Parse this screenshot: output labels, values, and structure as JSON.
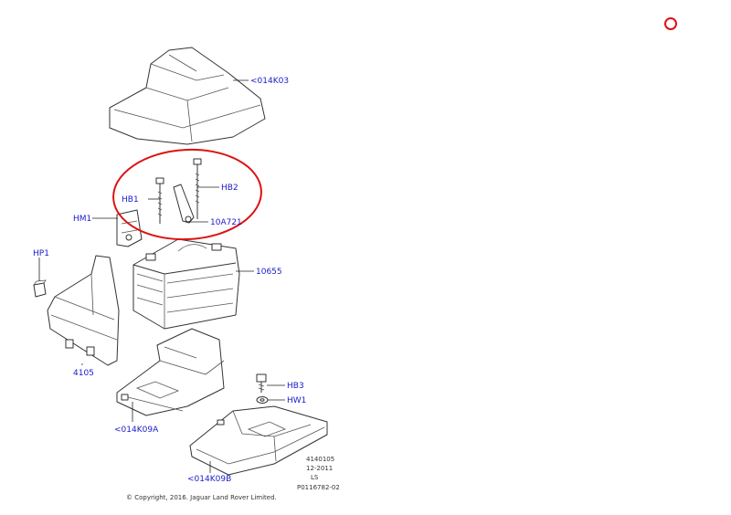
{
  "callouts": {
    "cover": "<014K03",
    "hb1": "HB1",
    "hb2": "HB2",
    "clamp": "10A721",
    "hm1": "HM1",
    "hp1": "HP1",
    "battery": "10655",
    "shield": "4105",
    "tray": "<014K09A",
    "hb3": "HB3",
    "hw1": "HW1",
    "base": "<014K09B"
  },
  "meta": {
    "line1": "4140105",
    "line2": "12-2011",
    "line3": "LS",
    "line4": "P0116782-02"
  },
  "copyright": "© Copyright, 2016. Jaguar Land Rover Limited.",
  "colors": {
    "callout": "#1a1acc",
    "highlight": "#dd1111",
    "line": "#333333"
  }
}
